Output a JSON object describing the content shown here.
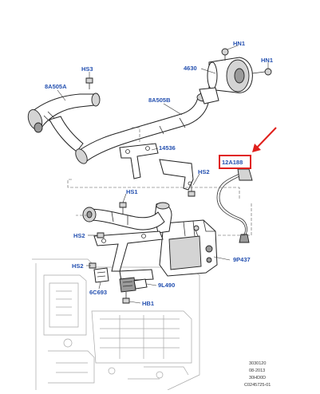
{
  "labels": {
    "hn1_top": "HN1",
    "hn1_right": "HN1",
    "hs3": "HS3",
    "part_4630": "4630",
    "part_8a505a": "8A505A",
    "part_8a505b": "8A505B",
    "part_14536": "14536",
    "part_12a188": "12A188",
    "hs2_right": "HS2",
    "hs1": "HS1",
    "hs2_left": "HS2",
    "hs2_lower": "HS2",
    "part_9p437": "9P437",
    "part_9l490": "9L490",
    "part_6c693": "6C693",
    "hb1": "HB1"
  },
  "footer": {
    "line1": "3030120",
    "line2": "08-2013",
    "line3": "30HD0D",
    "line4": "C0245725-01"
  },
  "colors": {
    "label": "#2450b0",
    "highlight": "#e0201c",
    "line": "#222222"
  }
}
